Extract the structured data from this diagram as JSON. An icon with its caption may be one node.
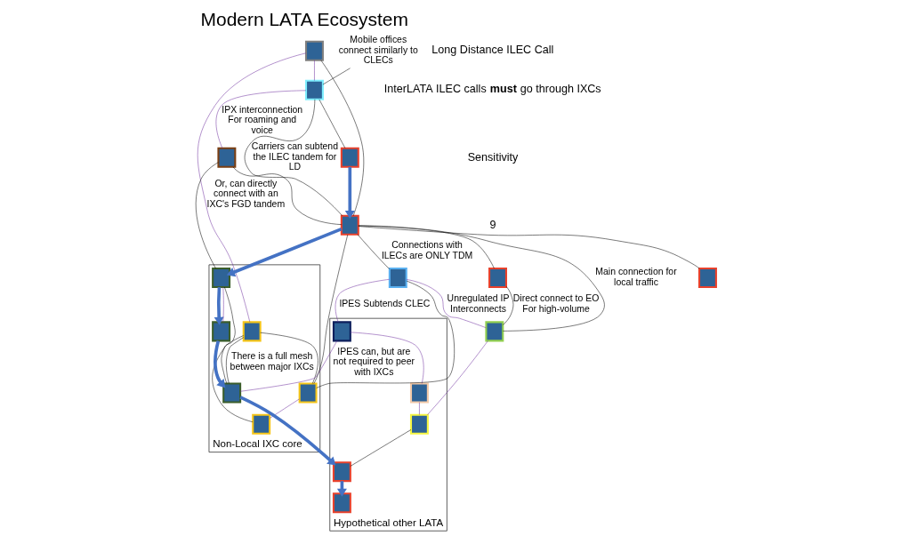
{
  "diagram": {
    "title": "Modern LATA Ecosystem",
    "nodes": [
      {
        "text": [
          "Non-Local IXC core"
        ]
      },
      {
        "text": [
          "Hypothetical other LATA"
        ]
      },
      {
        "text": [],
        "shape": "box"
      },
      {
        "text": [],
        "shape": "box"
      },
      {
        "text": [],
        "shape": "box"
      },
      {
        "text": [],
        "shape": "box"
      },
      {
        "text": [],
        "shape": "box"
      },
      {
        "text": [],
        "shape": "box"
      },
      {
        "text": [],
        "shape": "box"
      },
      {
        "text": [],
        "shape": "box"
      },
      {
        "text": [],
        "shape": "box"
      },
      {
        "text": [],
        "shape": "box",
        "in": 0
      },
      {
        "text": [],
        "shape": "box",
        "in": 0
      },
      {
        "text": [],
        "shape": "box",
        "in": 0
      },
      {
        "text": [],
        "shape": "box",
        "in": 0
      },
      {
        "text": [],
        "shape": "box",
        "in": 0
      },
      {
        "text": [],
        "shape": "box",
        "in": 0
      },
      {
        "text": [],
        "shape": "box",
        "in": 1
      },
      {
        "text": [],
        "shape": "box",
        "in": 1
      },
      {
        "text": [],
        "shape": "box",
        "in": 1
      },
      {
        "text": [],
        "shape": "box",
        "in": 1
      },
      {
        "text": [],
        "shape": "box",
        "in": 1
      },
      {
        "text": [
          "Mobile offices connect similarly to CLECs"
        ]
      }
    ],
    "edges": [
      {
        "from": 22,
        "to": 3,
        "arrow": "none"
      },
      {
        "from": 2,
        "to": 3,
        "arrow": "none",
        "color": "#7030a0"
      },
      {
        "from": 2,
        "to": 11,
        "arrow": "none",
        "label": "Or, can directly connect with an IXC's FGD tandem",
        "color": "#7030a0"
      },
      {
        "from": 3,
        "to": 4,
        "arrow": "none",
        "label": "IPX interconnection For roaming and voice",
        "color": "#7030a0"
      },
      {
        "from": 3,
        "to": 5,
        "arrow": "none",
        "label": "Carriers can subtend the ILEC tandem for LD"
      },
      {
        "from": 3,
        "to": 6,
        "arrow": "none"
      },
      {
        "from": 2,
        "to": 5,
        "arrow": "none"
      },
      {
        "from": 4,
        "to": 5,
        "arrow": "none"
      },
      {
        "from": 4,
        "to": 12,
        "arrow": "none"
      },
      {
        "from": 5,
        "to": 12,
        "arrow": "to",
        "style": "thick",
        "color": "#4472c4"
      },
      {
        "from": 5,
        "to": 14,
        "arrow": "none"
      },
      {
        "from": 5,
        "to": 9,
        "arrow": "none",
        "label": "Connections with ILECs are ONLY TDM"
      },
      {
        "from": 5,
        "to": 10,
        "arrow": "none",
        "label": "Main connection for local traffic"
      },
      {
        "from": 6,
        "to": 5,
        "arrow": "to",
        "style": "thick",
        "color": "#4472c4"
      },
      {
        "from": 5,
        "to": 7,
        "arrow": "none"
      },
      {
        "from": 5,
        "to": 8,
        "arrow": "none"
      },
      {
        "from": 8,
        "to": 10,
        "arrow": "none",
        "label": "Direct connect to EO For high-volume"
      },
      {
        "from": 9,
        "to": 14,
        "arrow": "none"
      },
      {
        "from": 9,
        "to": 10,
        "arrow": "none",
        "label": "Unregulated IP Interconnects",
        "color": "#7030a0"
      },
      {
        "from": 12,
        "to": 13,
        "arrow": "to",
        "style": "thick",
        "color": "#4472c4"
      },
      {
        "from": 12,
        "to": 13,
        "arrow": "none",
        "color": "#7030a0"
      },
      {
        "from": 11,
        "to": 14,
        "arrow": "none"
      },
      {
        "from": 11,
        "to": 16,
        "arrow": "none",
        "label": "There is a full mesh between major IXCs"
      },
      {
        "from": 11,
        "to": 15,
        "arrow": "none"
      },
      {
        "from": 12,
        "to": 16,
        "arrow": "none"
      },
      {
        "from": 14,
        "to": 15,
        "arrow": "none",
        "color": "#7030a0"
      },
      {
        "from": 13,
        "to": 16,
        "arrow": "to",
        "style": "thick",
        "color": "#4472c4"
      },
      {
        "from": 16,
        "to": 20,
        "arrow": "to",
        "style": "thick",
        "color": "#4472c4"
      },
      {
        "from": 9,
        "to": 17,
        "arrow": "none",
        "label": "IPES Subtends CLEC",
        "color": "#7030a0"
      },
      {
        "from": 16,
        "to": 17,
        "arrow": "none",
        "label": "IPES can, but are not required to peer with IXCs",
        "color": "#7030a0"
      },
      {
        "from": 17,
        "to": 18,
        "arrow": "none",
        "color": "#7030a0"
      },
      {
        "from": 10,
        "to": 19,
        "arrow": "none",
        "color": "#7030a0"
      },
      {
        "from": 18,
        "to": 19,
        "arrow": "none",
        "color": "#7030a0"
      },
      {
        "from": 19,
        "to": 20,
        "arrow": "none"
      },
      {
        "from": 20,
        "to": 21,
        "arrow": "to",
        "style": "thick",
        "color": "#4472c4"
      }
    ],
    "labels": [
      "Long Distance ILEC Call",
      "InterLATA ILEC calls **must** go through IXCs",
      "Sensitivity",
      "9"
    ]
  }
}
